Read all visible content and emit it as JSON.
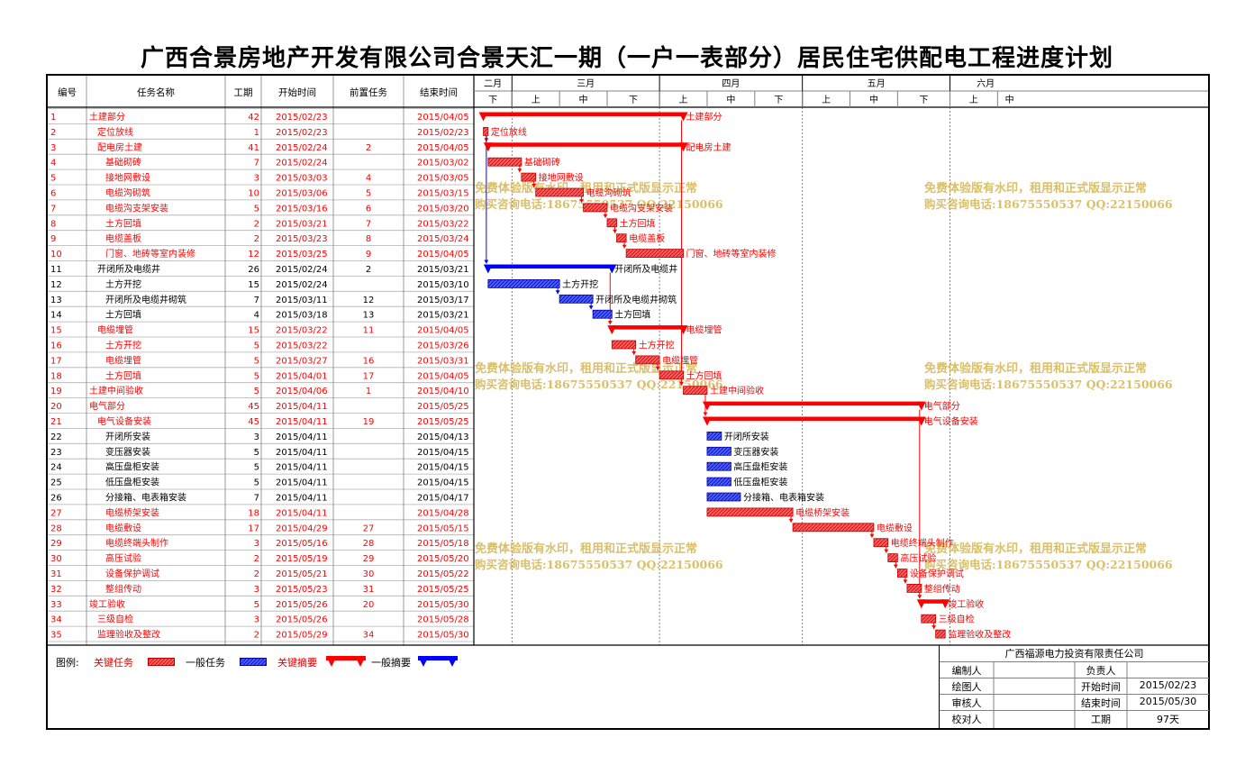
{
  "title": "广西合景房地产开发有限公司合景天汇一期（一户一表部分）居民住宅供配电工程进度计划",
  "header": {
    "id": "编号",
    "name": "任务名称",
    "duration": "工期",
    "start": "开始时间",
    "predecessor": "前置任务",
    "end": "结束时间"
  },
  "months": [
    "二月",
    "三月",
    "四月",
    "五月",
    "六月"
  ],
  "periods": [
    "下",
    "上",
    "中",
    "下",
    "上",
    "中",
    "下",
    "上",
    "中",
    "下",
    "上",
    "中"
  ],
  "watermark": {
    "line1": "免费体验版有水印，租用和正式版显示正常",
    "line2": "购买咨询电话:18675550537 QQ:22150066"
  },
  "colors": {
    "critical": "#ff0000",
    "normal": "#0000ff",
    "watermark": "#d4b450"
  },
  "legend": {
    "label": "图例:",
    "critical_task": "关键任务",
    "normal_task": "一般任务",
    "critical_summary": "关键摘要",
    "normal_summary": "一般摘要"
  },
  "info": {
    "company": "广西福源电力投资有限责任公司",
    "editor_label": "编制人",
    "editor": "",
    "owner_label": "负责人",
    "owner": "",
    "drawer_label": "绘图人",
    "drawer": "",
    "start_label": "开始时间",
    "start": "2015/02/23",
    "reviewer_label": "审核人",
    "reviewer": "",
    "end_label": "结束时间",
    "end": "2015/05/30",
    "checker_label": "校对人",
    "checker": "",
    "duration_label": "工期",
    "duration": "97天"
  },
  "chart_data": {
    "type": "gantt",
    "x_range": [
      "2015/02/21",
      "2015/06/15"
    ],
    "tasks": [
      {
        "id": "1",
        "name": "土建部分",
        "level": 0,
        "duration": "42",
        "start": "2015/02/23",
        "pred": "",
        "end": "2015/04/05",
        "critical": true,
        "summary": true
      },
      {
        "id": "2",
        "name": "定位放线",
        "level": 1,
        "duration": "1",
        "start": "2015/02/23",
        "pred": "",
        "end": "2015/02/23",
        "critical": true,
        "summary": false
      },
      {
        "id": "3",
        "name": "配电房土建",
        "level": 1,
        "duration": "41",
        "start": "2015/02/24",
        "pred": "2",
        "end": "2015/04/05",
        "critical": true,
        "summary": true
      },
      {
        "id": "4",
        "name": "基础砌砖",
        "level": 2,
        "duration": "7",
        "start": "2015/02/24",
        "pred": "",
        "end": "2015/03/02",
        "critical": true,
        "summary": false
      },
      {
        "id": "5",
        "name": "接地网敷设",
        "level": 2,
        "duration": "3",
        "start": "2015/03/03",
        "pred": "4",
        "end": "2015/03/05",
        "critical": true,
        "summary": false
      },
      {
        "id": "6",
        "name": "电缆沟砌筑",
        "level": 2,
        "duration": "10",
        "start": "2015/03/06",
        "pred": "5",
        "end": "2015/03/15",
        "critical": true,
        "summary": false
      },
      {
        "id": "7",
        "name": "电缆沟支架安装",
        "level": 2,
        "duration": "5",
        "start": "2015/03/16",
        "pred": "6",
        "end": "2015/03/20",
        "critical": true,
        "summary": false
      },
      {
        "id": "8",
        "name": "土方回填",
        "level": 2,
        "duration": "2",
        "start": "2015/03/21",
        "pred": "7",
        "end": "2015/03/22",
        "critical": true,
        "summary": false
      },
      {
        "id": "9",
        "name": "电缆盖板",
        "level": 2,
        "duration": "2",
        "start": "2015/03/23",
        "pred": "8",
        "end": "2015/03/24",
        "critical": true,
        "summary": false
      },
      {
        "id": "10",
        "name": "门窗、地砖等室内装修",
        "level": 2,
        "duration": "12",
        "start": "2015/03/25",
        "pred": "9",
        "end": "2015/04/05",
        "critical": true,
        "summary": false
      },
      {
        "id": "11",
        "name": "开闭所及电缆井",
        "level": 1,
        "duration": "26",
        "start": "2015/02/24",
        "pred": "2",
        "end": "2015/03/21",
        "critical": false,
        "summary": true
      },
      {
        "id": "12",
        "name": "土方开挖",
        "level": 2,
        "duration": "15",
        "start": "2015/02/24",
        "pred": "",
        "end": "2015/03/10",
        "critical": false,
        "summary": false
      },
      {
        "id": "13",
        "name": "开闭所及电缆井砌筑",
        "level": 2,
        "duration": "7",
        "start": "2015/03/11",
        "pred": "12",
        "end": "2015/03/17",
        "critical": false,
        "summary": false
      },
      {
        "id": "14",
        "name": "土方回填",
        "level": 2,
        "duration": "4",
        "start": "2015/03/18",
        "pred": "13",
        "end": "2015/03/21",
        "critical": false,
        "summary": false
      },
      {
        "id": "15",
        "name": "电缆埋管",
        "level": 1,
        "duration": "15",
        "start": "2015/03/22",
        "pred": "11",
        "end": "2015/04/05",
        "critical": true,
        "summary": true
      },
      {
        "id": "16",
        "name": "土方开挖",
        "level": 2,
        "duration": "5",
        "start": "2015/03/22",
        "pred": "",
        "end": "2015/03/26",
        "critical": true,
        "summary": false
      },
      {
        "id": "17",
        "name": "电缆埋管",
        "level": 2,
        "duration": "5",
        "start": "2015/03/27",
        "pred": "16",
        "end": "2015/03/31",
        "critical": true,
        "summary": false
      },
      {
        "id": "18",
        "name": "土方回填",
        "level": 2,
        "duration": "5",
        "start": "2015/04/01",
        "pred": "17",
        "end": "2015/04/05",
        "critical": true,
        "summary": false
      },
      {
        "id": "19",
        "name": "土建中间验收",
        "level": 0,
        "duration": "5",
        "start": "2015/04/06",
        "pred": "1",
        "end": "2015/04/10",
        "critical": true,
        "summary": false
      },
      {
        "id": "20",
        "name": "电气部分",
        "level": 0,
        "duration": "45",
        "start": "2015/04/11",
        "pred": "",
        "end": "2015/05/25",
        "critical": true,
        "summary": true
      },
      {
        "id": "21",
        "name": "电气设备安装",
        "level": 1,
        "duration": "45",
        "start": "2015/04/11",
        "pred": "19",
        "end": "2015/05/25",
        "critical": true,
        "summary": true
      },
      {
        "id": "22",
        "name": "开闭所安装",
        "level": 2,
        "duration": "3",
        "start": "2015/04/11",
        "pred": "",
        "end": "2015/04/13",
        "critical": false,
        "summary": false
      },
      {
        "id": "23",
        "name": "变压器安装",
        "level": 2,
        "duration": "5",
        "start": "2015/04/11",
        "pred": "",
        "end": "2015/04/15",
        "critical": false,
        "summary": false
      },
      {
        "id": "24",
        "name": "高压盘柜安装",
        "level": 2,
        "duration": "5",
        "start": "2015/04/11",
        "pred": "",
        "end": "2015/04/15",
        "critical": false,
        "summary": false
      },
      {
        "id": "25",
        "name": "低压盘柜安装",
        "level": 2,
        "duration": "5",
        "start": "2015/04/11",
        "pred": "",
        "end": "2015/04/15",
        "critical": false,
        "summary": false
      },
      {
        "id": "26",
        "name": "分接箱、电表箱安装",
        "level": 2,
        "duration": "7",
        "start": "2015/04/11",
        "pred": "",
        "end": "2015/04/17",
        "critical": false,
        "summary": false
      },
      {
        "id": "27",
        "name": "电缆桥架安装",
        "level": 2,
        "duration": "18",
        "start": "2015/04/11",
        "pred": "",
        "end": "2015/04/28",
        "critical": true,
        "summary": false
      },
      {
        "id": "28",
        "name": "电缆敷设",
        "level": 2,
        "duration": "17",
        "start": "2015/04/29",
        "pred": "27",
        "end": "2015/05/15",
        "critical": true,
        "summary": false
      },
      {
        "id": "29",
        "name": "电缆终端头制作",
        "level": 2,
        "duration": "3",
        "start": "2015/05/16",
        "pred": "28",
        "end": "2015/05/18",
        "critical": true,
        "summary": false
      },
      {
        "id": "30",
        "name": "高压试验",
        "level": 2,
        "duration": "2",
        "start": "2015/05/19",
        "pred": "29",
        "end": "2015/05/20",
        "critical": true,
        "summary": false
      },
      {
        "id": "31",
        "name": "设备保护调试",
        "level": 2,
        "duration": "2",
        "start": "2015/05/21",
        "pred": "30",
        "end": "2015/05/22",
        "critical": true,
        "summary": false
      },
      {
        "id": "32",
        "name": "整组传动",
        "level": 2,
        "duration": "3",
        "start": "2015/05/23",
        "pred": "31",
        "end": "2015/05/25",
        "critical": true,
        "summary": false
      },
      {
        "id": "33",
        "name": "竣工验收",
        "level": 0,
        "duration": "5",
        "start": "2015/05/26",
        "pred": "20",
        "end": "2015/05/30",
        "critical": true,
        "summary": true
      },
      {
        "id": "34",
        "name": "三级自检",
        "level": 1,
        "duration": "3",
        "start": "2015/05/26",
        "pred": "",
        "end": "2015/05/28",
        "critical": true,
        "summary": false
      },
      {
        "id": "35",
        "name": "监理验收及整改",
        "level": 1,
        "duration": "2",
        "start": "2015/05/29",
        "pred": "34",
        "end": "2015/05/30",
        "critical": true,
        "summary": false
      }
    ]
  }
}
